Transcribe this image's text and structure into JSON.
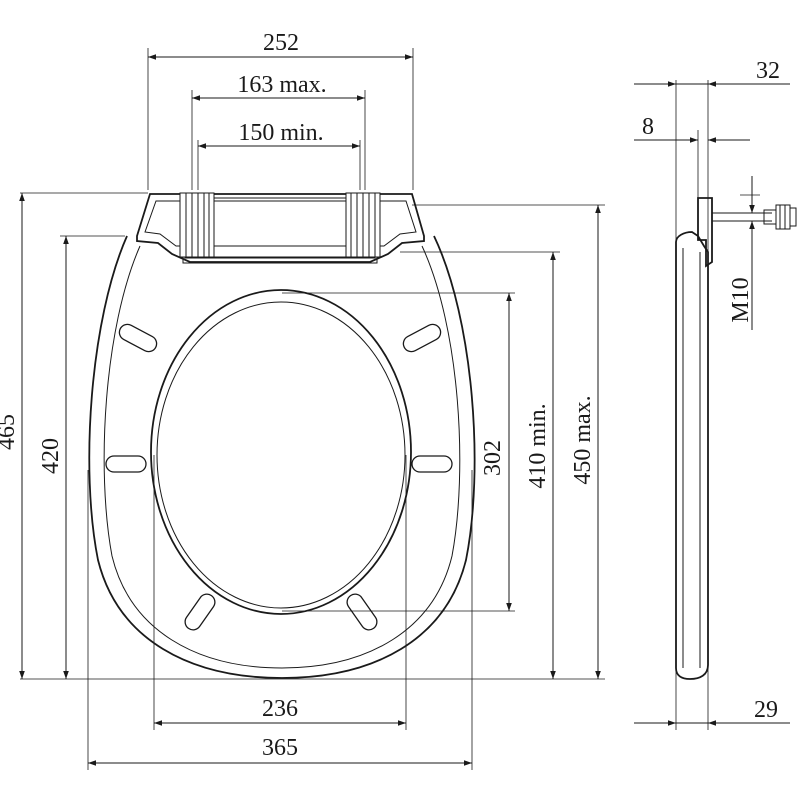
{
  "drawing": {
    "dimensions": {
      "top_width": "252",
      "hinge_max": "163 max.",
      "hinge_min": "150 min.",
      "overall_length": "465",
      "seat_length": "420",
      "opening_length": "302",
      "fit_length_min": "410 min.",
      "fit_length_max": "450 max.",
      "opening_width": "236",
      "overall_width": "365",
      "side_total": "32",
      "side_gap": "8",
      "bolt_thread": "M10",
      "side_thickness": "29"
    }
  }
}
